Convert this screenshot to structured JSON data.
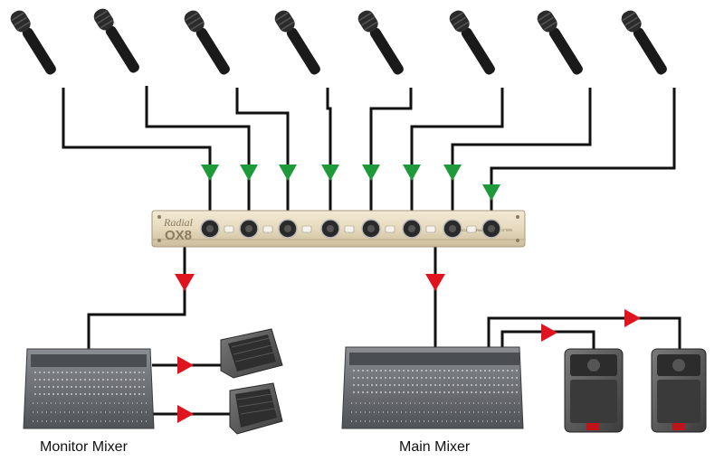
{
  "device": {
    "brand": "Radial",
    "model": "OX8",
    "panel_text": "BROADCAST-GRADE MIC SPLITTER"
  },
  "labels": {
    "monitor_mixer": "Monitor Mixer",
    "main_mixer": "Main Mixer"
  },
  "microphones": {
    "count": 8,
    "icon": "microphone-icon"
  },
  "colors": {
    "input_arrow": "#1e9a3a",
    "output_arrow": "#e0141e",
    "cable": "#111111",
    "splitter_body": "#e8dcc0",
    "mixer_body": "#6a6d72",
    "speaker_body": "#5a5a5a"
  }
}
